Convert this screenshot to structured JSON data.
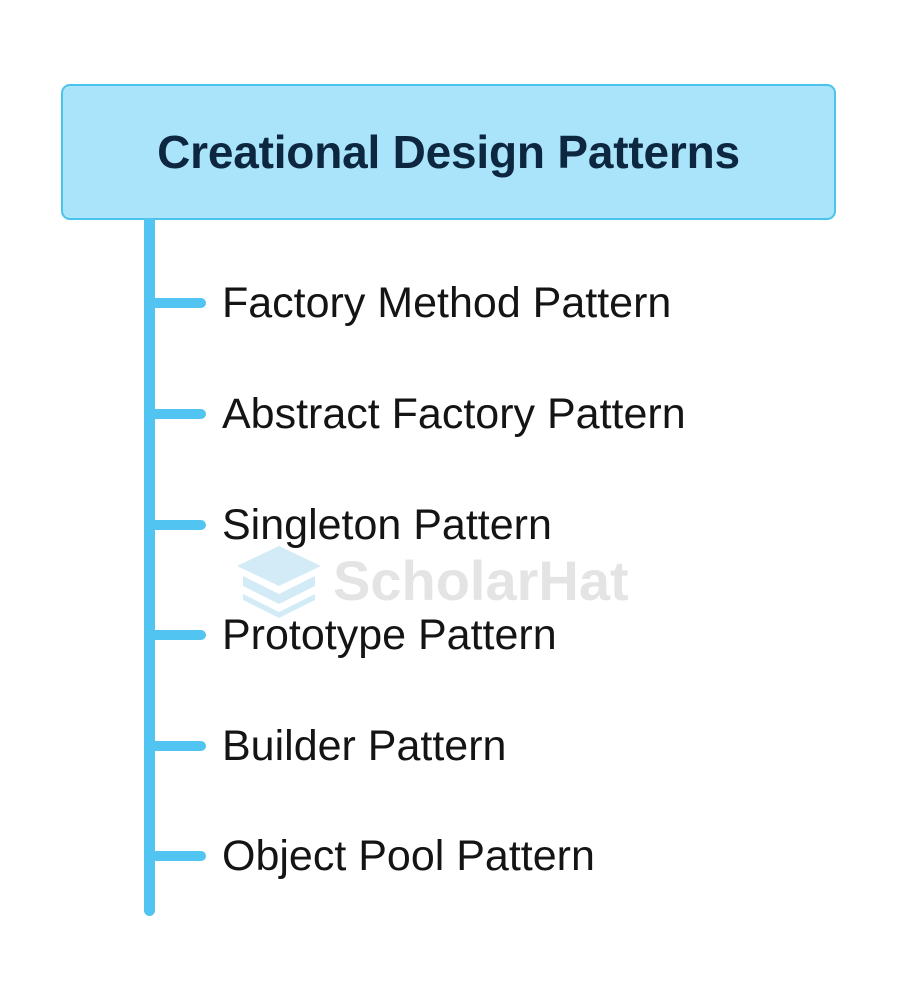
{
  "diagram": {
    "title": "Creational Design Patterns",
    "items": [
      {
        "label": "Factory Method Pattern"
      },
      {
        "label": "Abstract Factory Pattern"
      },
      {
        "label": "Singleton Pattern"
      },
      {
        "label": "Prototype Pattern"
      },
      {
        "label": "Builder Pattern"
      },
      {
        "label": "Object Pool Pattern"
      }
    ],
    "watermark": {
      "text": "ScholarHat",
      "icon": "graduation-cap-icon"
    },
    "colors": {
      "title_fill": "#a9e4fb",
      "title_border": "#4cc3ec",
      "title_text": "#0e2740",
      "connector": "#52c4f1",
      "item_text": "#141414"
    }
  }
}
